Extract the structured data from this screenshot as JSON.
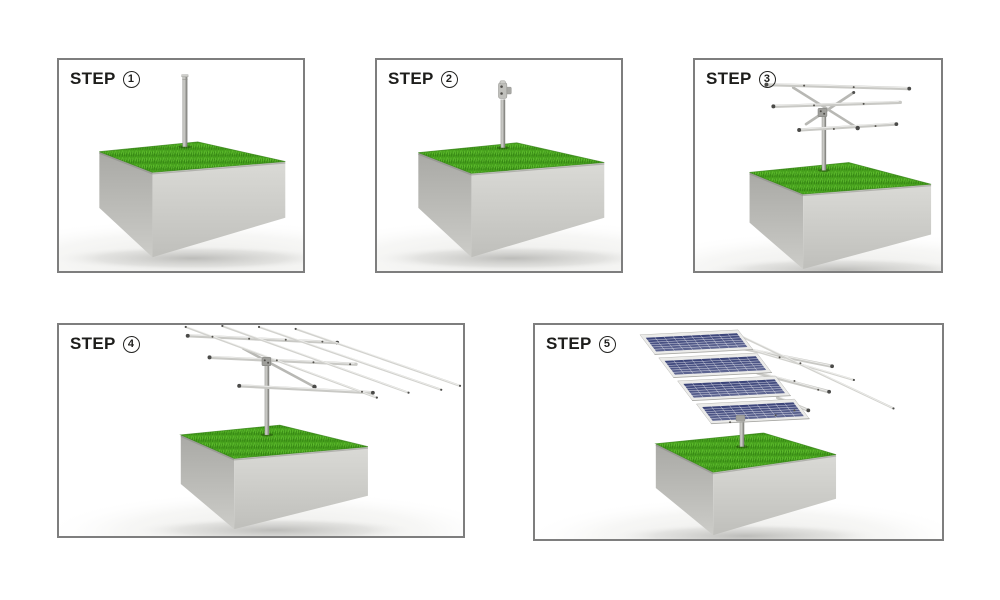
{
  "steps": [
    {
      "label": "STEP",
      "number": "1",
      "scene": "steel-pole-anchored-in-concrete-foundation-with-grass-top"
    },
    {
      "label": "STEP",
      "number": "2",
      "scene": "tilt-clamp-bracket-mounted-on-pole-top"
    },
    {
      "label": "STEP",
      "number": "3",
      "scene": "support-beams-and-three-cross-tubes-attached"
    },
    {
      "label": "STEP",
      "number": "4",
      "scene": "full-rail-grid-assembled-on-cross-tubes"
    },
    {
      "label": "STEP",
      "number": "5",
      "scene": "solar-panels-installed-on-rail-grid"
    }
  ],
  "colors": {
    "background": "#ffffff",
    "card_border": "#7e7e7e",
    "label_text": "#1d1d1b",
    "grass": "#47a11d",
    "grass_dark": "#2f7d10",
    "grass_light": "#63c231",
    "concrete_left_top": "#a9a9a5",
    "concrete_left_bottom": "#ccccc8",
    "concrete_right_top": "#dadad6",
    "concrete_right_bottom": "#bfbfbb",
    "metal": "#c9c9c5",
    "metal_highlight": "#efefed",
    "metal_dark": "#4a4a48",
    "beam": "#b8b8b4",
    "panel_cell_blue": "#2c3670",
    "panel_frame": "#ebebe9"
  }
}
